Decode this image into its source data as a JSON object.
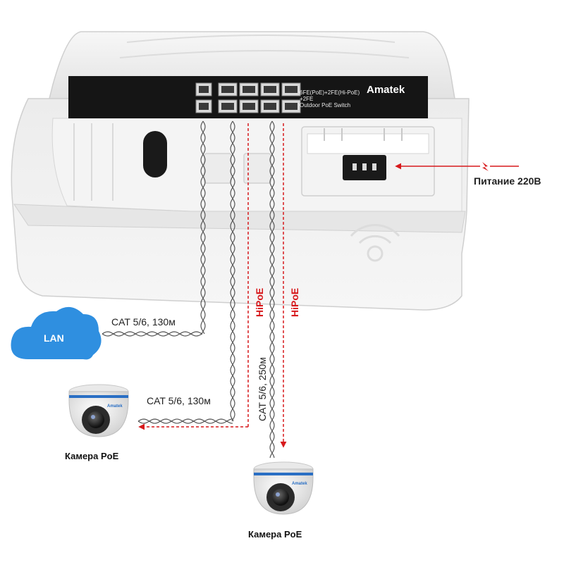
{
  "switch": {
    "brand": "Amatek",
    "model_line1": "6FE(PoE)+2FE(Hi-PoE)",
    "model_line2": "+2FE",
    "model_line3": "Outdoor PoE Switch"
  },
  "power": {
    "label": "Питание 220В"
  },
  "lan": {
    "label": "LAN"
  },
  "links": {
    "lan_cable": "CAT 5/6, 130м",
    "camera1_cable": "CAT 5/6, 130м",
    "camera2_cable": "CAT 5/6, 250м",
    "hipoe_1": "HiPoE",
    "hipoe_2": "HiPoE"
  },
  "camera1": {
    "label": "Камера PoE",
    "brand": "Amatek"
  },
  "camera2": {
    "label": "Камера PoE",
    "brand": "Amatek"
  },
  "colors": {
    "hipoe_red": "#d7191c",
    "cloud_blue": "#2f8fe0",
    "enclosure": "#efefef",
    "switch_panel": "#151515"
  }
}
